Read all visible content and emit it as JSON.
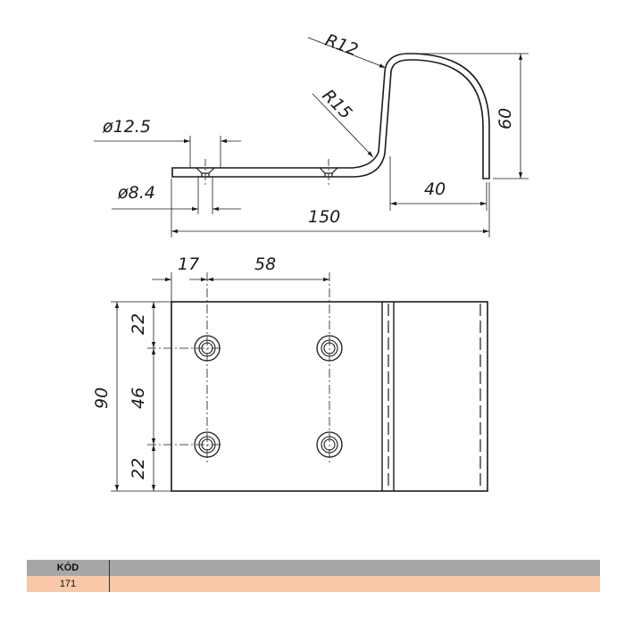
{
  "drawing": {
    "side_view": {
      "hole_outer_dia": "ø12.5",
      "hole_inner_dia": "ø8.4",
      "radius_top": "R12",
      "radius_bend": "R15",
      "height": "60",
      "hook_width": "40",
      "total_length": "150"
    },
    "top_view": {
      "edge_to_hole": "17",
      "hole_spacing_x": "58",
      "width": "90",
      "edge_to_hole_top": "22",
      "hole_spacing_y": "46",
      "edge_to_hole_bottom": "22"
    }
  },
  "code_table": {
    "header": "KÓD",
    "value": "171",
    "header_color": "#a6a6a6",
    "value_color": "#f8c8a8"
  }
}
